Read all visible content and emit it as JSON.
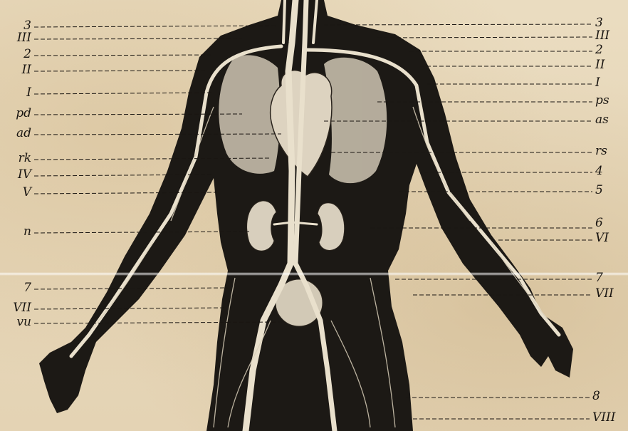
{
  "diagram": {
    "colors": {
      "paper": "#e8d9bd",
      "ink": "#1a1612",
      "body": "#1c1915",
      "vessel": "#e9e0cc",
      "organ": "#d8cfbd"
    },
    "left_labels": [
      "3",
      "III",
      "2",
      "II",
      "I",
      "pd",
      "ad",
      "rk",
      "IV",
      "V",
      "n",
      "7",
      "VII",
      "vu"
    ],
    "right_labels": [
      "3",
      "III",
      "2",
      "II",
      "I",
      "ps",
      "as",
      "rs",
      "4",
      "5",
      "6",
      "VI",
      "7",
      "VII",
      "8",
      "VIII"
    ]
  }
}
